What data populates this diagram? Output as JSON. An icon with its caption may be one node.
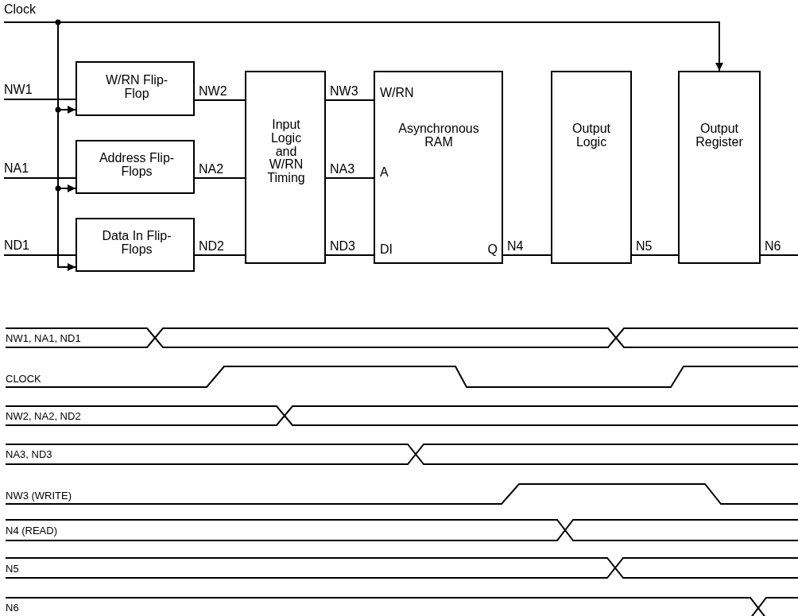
{
  "diagram": {
    "nodes": [
      {
        "text": [
          "Clock"
        ]
      },
      {
        "text": [
          "NW1"
        ]
      },
      {
        "text": [
          "NA1"
        ]
      },
      {
        "text": [
          "ND1"
        ]
      },
      {
        "text": [
          "W/RN Flip-Flop"
        ]
      },
      {
        "text": [
          "Address Flip-Flops"
        ]
      },
      {
        "text": [
          "Data In Flip-Flops"
        ]
      },
      {
        "text": [
          "Input Logic and W/RN Timing"
        ]
      },
      {
        "text": [
          "W/RN",
          "Asynchronous RAM",
          "A",
          "DI",
          "Q"
        ]
      },
      {
        "text": [
          "Output Logic"
        ]
      },
      {
        "text": [
          "Output Register"
        ]
      }
    ],
    "edges": [
      {
        "from": 1,
        "to": 4,
        "arrow": "none"
      },
      {
        "from": 2,
        "to": 5,
        "arrow": "none"
      },
      {
        "from": 3,
        "to": 6,
        "arrow": "none"
      },
      {
        "from": 0,
        "to": 4,
        "arrow": "to"
      },
      {
        "from": 0,
        "to": 5,
        "arrow": "to"
      },
      {
        "from": 0,
        "to": 6,
        "arrow": "to"
      },
      {
        "from": 0,
        "to": 10,
        "arrow": "to"
      },
      {
        "from": 4,
        "to": 7,
        "arrow": "none",
        "label": "NW2"
      },
      {
        "from": 5,
        "to": 7,
        "arrow": "none",
        "label": "NA2"
      },
      {
        "from": 6,
        "to": 7,
        "arrow": "none",
        "label": "ND2"
      },
      {
        "from": 7,
        "to": 8,
        "arrow": "none",
        "label": "NW3"
      },
      {
        "from": 7,
        "to": 8,
        "arrow": "none",
        "label": "NA3"
      },
      {
        "from": 7,
        "to": 8,
        "arrow": "none",
        "label": "ND3"
      },
      {
        "from": 8,
        "to": 9,
        "arrow": "none",
        "label": "N4"
      },
      {
        "from": 9,
        "to": 10,
        "arrow": "none",
        "label": "N5"
      },
      {
        "from": 10,
        "to": null,
        "arrow": "none",
        "label": "N6"
      }
    ],
    "labels": [
      "NW1, NA1, ND1",
      "CLOCK",
      "NW2, NA2, ND2",
      "NA3, ND3",
      "NW3 (WRITE)",
      "N4 (READ)",
      "N5",
      "N6"
    ]
  }
}
